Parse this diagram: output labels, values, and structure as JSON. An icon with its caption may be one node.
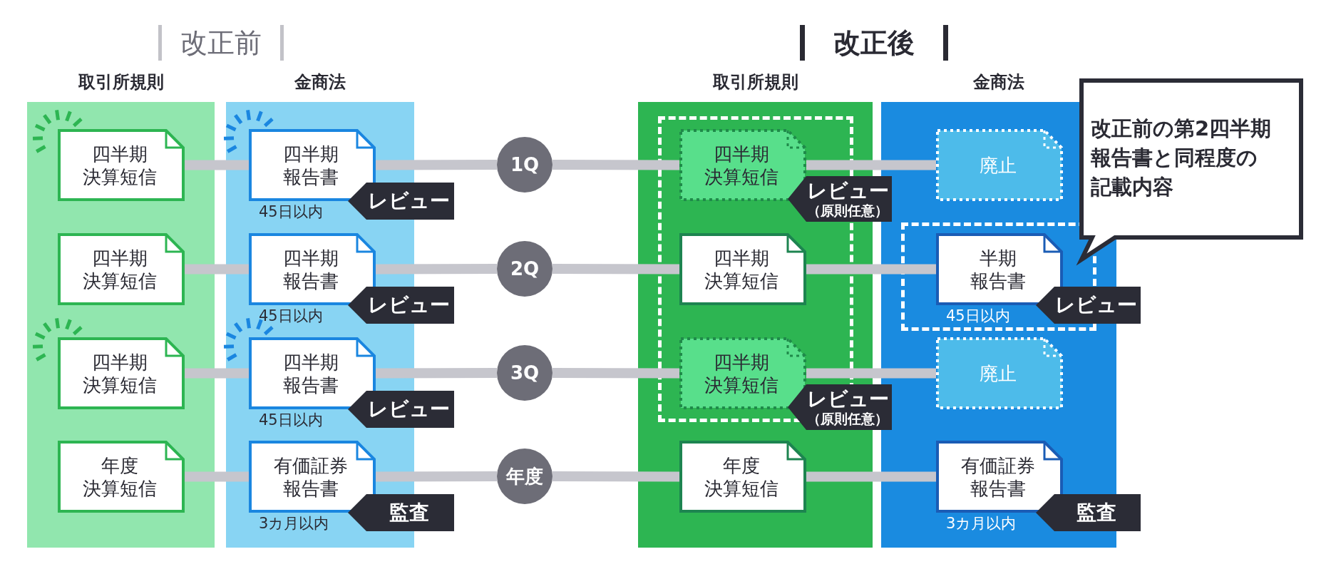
{
  "diagram": {
    "nodes": [
      {
        "text": [
          "取引所規則"
        ]
      },
      {
        "text": [
          "四半期決算短信"
        ],
        "in": 0
      },
      {
        "text": [
          "四半期決算短信"
        ],
        "in": 0
      },
      {
        "text": [
          "四半期決算短信"
        ],
        "in": 0
      },
      {
        "text": [
          "年度決算短信"
        ],
        "in": 0
      },
      {
        "text": [
          "金商法"
        ]
      },
      {
        "text": [
          "四半期報告書"
        ],
        "in": 5,
        "beside": [
          "45日以内"
        ]
      },
      {
        "text": [
          "レビュー"
        ]
      },
      {
        "text": [
          "四半期報告書"
        ],
        "in": 5,
        "beside": [
          "45日以内"
        ]
      },
      {
        "text": [
          "レビュー"
        ]
      },
      {
        "text": [
          "四半期報告書"
        ],
        "in": 5,
        "beside": [
          "45日以内"
        ]
      },
      {
        "text": [
          "レビュー"
        ]
      },
      {
        "text": [
          "有価証券報告書"
        ],
        "in": 5,
        "beside": [
          "3カ月以内"
        ]
      },
      {
        "text": [
          "監査"
        ]
      },
      {
        "text": [
          "1Q"
        ]
      },
      {
        "text": [
          "2Q"
        ]
      },
      {
        "text": [
          "3Q"
        ]
      },
      {
        "text": [
          "年度"
        ]
      },
      {
        "text": [
          "取引所規則"
        ]
      },
      {
        "text": [],
        "shape": "box",
        "in": 18
      },
      {
        "text": [
          "四半期決算短信"
        ],
        "in": 19
      },
      {
        "text": [
          "レビュー",
          "（原則任意）"
        ]
      },
      {
        "text": [
          "四半期決算短信"
        ],
        "in": 19
      },
      {
        "text": [
          "四半期決算短信"
        ],
        "in": 19
      },
      {
        "text": [
          "レビュー",
          "（原則任意）"
        ]
      },
      {
        "text": [
          "年度決算短信"
        ],
        "in": 18
      },
      {
        "text": [
          "金商法"
        ]
      },
      {
        "text": [
          "廃止"
        ],
        "in": 26
      },
      {
        "text": [],
        "shape": "box",
        "in": 26
      },
      {
        "text": [
          "半期報告書"
        ],
        "in": 28,
        "beside": [
          "45日以内"
        ]
      },
      {
        "text": [
          "レビュー"
        ]
      },
      {
        "text": [
          "廃止"
        ],
        "in": 26
      },
      {
        "text": [
          "有価証券報告書"
        ],
        "in": 26,
        "beside": [
          "3カ月以内"
        ]
      },
      {
        "text": [
          "監査"
        ]
      },
      {
        "text": [
          "改正前の第2四半期報告書と同程度の記載内容"
        ]
      }
    ],
    "edges": [
      {
        "from": 1,
        "to": 6,
        "arrow": "none"
      },
      {
        "from": 6,
        "to": 14,
        "arrow": "none"
      },
      {
        "from": 14,
        "to": 20,
        "arrow": "none"
      },
      {
        "from": 20,
        "to": 27,
        "arrow": "none"
      },
      {
        "from": 2,
        "to": 8,
        "arrow": "none"
      },
      {
        "from": 8,
        "to": 15,
        "arrow": "none"
      },
      {
        "from": 15,
        "to": 22,
        "arrow": "none"
      },
      {
        "from": 22,
        "to": 29,
        "arrow": "none"
      },
      {
        "from": 3,
        "to": 10,
        "arrow": "none"
      },
      {
        "from": 10,
        "to": 16,
        "arrow": "none"
      },
      {
        "from": 16,
        "to": 23,
        "arrow": "none"
      },
      {
        "from": 23,
        "to": 31,
        "arrow": "none"
      },
      {
        "from": 4,
        "to": 12,
        "arrow": "none"
      },
      {
        "from": 12,
        "to": 17,
        "arrow": "none"
      },
      {
        "from": 17,
        "to": 25,
        "arrow": "none"
      },
      {
        "from": 25,
        "to": 32,
        "arrow": "none"
      }
    ],
    "labels": [
      "改正前",
      "改正後"
    ]
  }
}
